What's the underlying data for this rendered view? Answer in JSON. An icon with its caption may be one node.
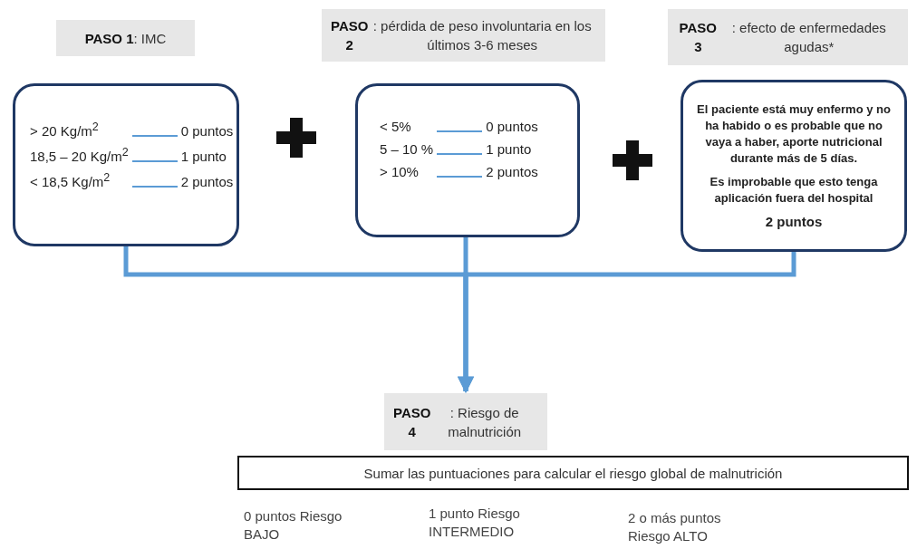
{
  "diagram": {
    "nodes": [
      {
        "text": [
          "**PASO 1**: IMC"
        ]
      },
      {
        "text": [
          "**PASO 2**: pérdida de peso involuntaria en los últimos 3-6  meses"
        ]
      },
      {
        "text": [
          "**PASO 3**: efecto de enfermedades agudas*"
        ]
      },
      {
        "text": [
          "> 20 Kg/m$^{2}$",
          "0 puntos",
          "18,5 – 20  Kg/m$^{2}$",
          "1 punto",
          "< 18,5 Kg/m$^{2}$",
          "2 puntos"
        ]
      },
      {
        "text": [
          "< 5%",
          "0 puntos",
          "5 – 10 %",
          "1 punto",
          "> 10%",
          "2 puntos"
        ]
      },
      {
        "text": [
          "El paciente está muy enfermo y no ha habido o es probable que no vaya a haber, aporte nutricional durante más de 5 días.",
          "Es improbable que esto tenga aplicación fuera del hospital",
          "2 puntos"
        ]
      },
      {
        "text": [
          "**PASO 4**: Riesgo de malnutrición"
        ]
      },
      {
        "text": [
          "Sumar las puntuaciones para calcular el riesgo global de malnutrición"
        ]
      }
    ],
    "edges": [
      {
        "from": 3,
        "to": 6,
        "arrow": "to"
      },
      {
        "from": 4,
        "to": 6,
        "arrow": "to"
      },
      {
        "from": 5,
        "to": 6,
        "arrow": "to"
      }
    ],
    "labels": [
      "0 puntos Riesgo BAJO",
      "1 punto Riesgo INTERMEDIO",
      "2 o más puntos Riesgo ALTO"
    ]
  }
}
